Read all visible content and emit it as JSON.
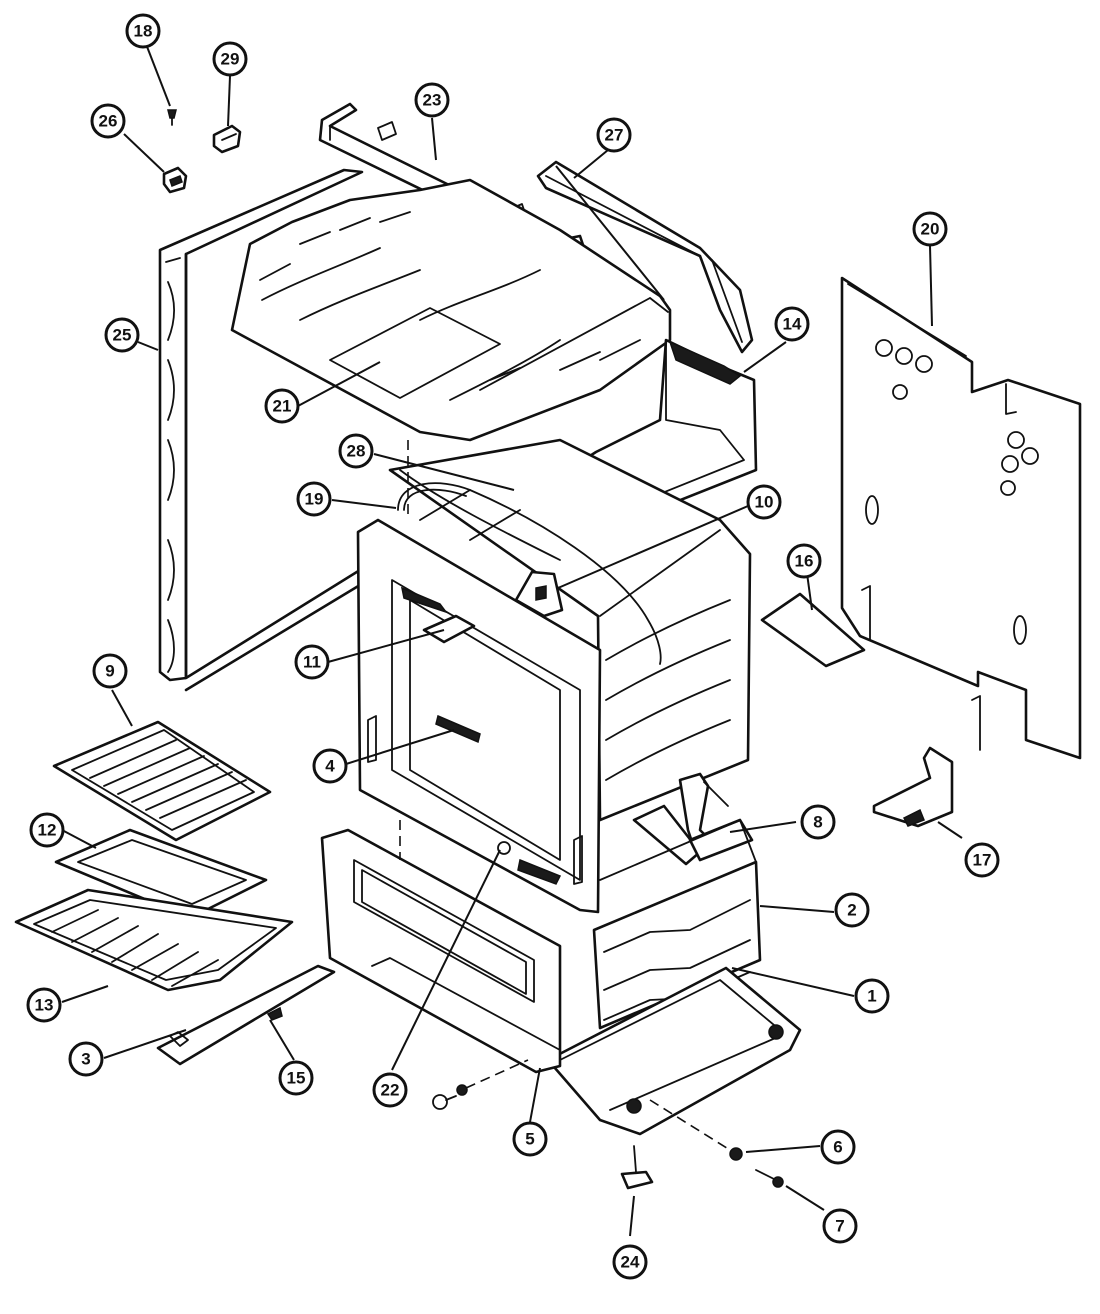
{
  "callouts": [
    {
      "id": "18",
      "label": "18"
    },
    {
      "id": "29",
      "label": "29"
    },
    {
      "id": "26",
      "label": "26"
    },
    {
      "id": "23",
      "label": "23"
    },
    {
      "id": "27",
      "label": "27"
    },
    {
      "id": "20",
      "label": "20"
    },
    {
      "id": "25",
      "label": "25"
    },
    {
      "id": "14",
      "label": "14"
    },
    {
      "id": "21",
      "label": "21"
    },
    {
      "id": "28",
      "label": "28"
    },
    {
      "id": "19",
      "label": "19"
    },
    {
      "id": "10",
      "label": "10"
    },
    {
      "id": "16",
      "label": "16"
    },
    {
      "id": "11",
      "label": "11"
    },
    {
      "id": "9",
      "label": "9"
    },
    {
      "id": "4",
      "label": "4"
    },
    {
      "id": "8",
      "label": "8"
    },
    {
      "id": "17",
      "label": "17"
    },
    {
      "id": "12",
      "label": "12"
    },
    {
      "id": "2",
      "label": "2"
    },
    {
      "id": "1",
      "label": "1"
    },
    {
      "id": "13",
      "label": "13"
    },
    {
      "id": "3",
      "label": "3"
    },
    {
      "id": "15",
      "label": "15"
    },
    {
      "id": "22",
      "label": "22"
    },
    {
      "id": "5",
      "label": "5"
    },
    {
      "id": "6",
      "label": "6"
    },
    {
      "id": "7",
      "label": "7"
    },
    {
      "id": "24",
      "label": "24"
    }
  ]
}
